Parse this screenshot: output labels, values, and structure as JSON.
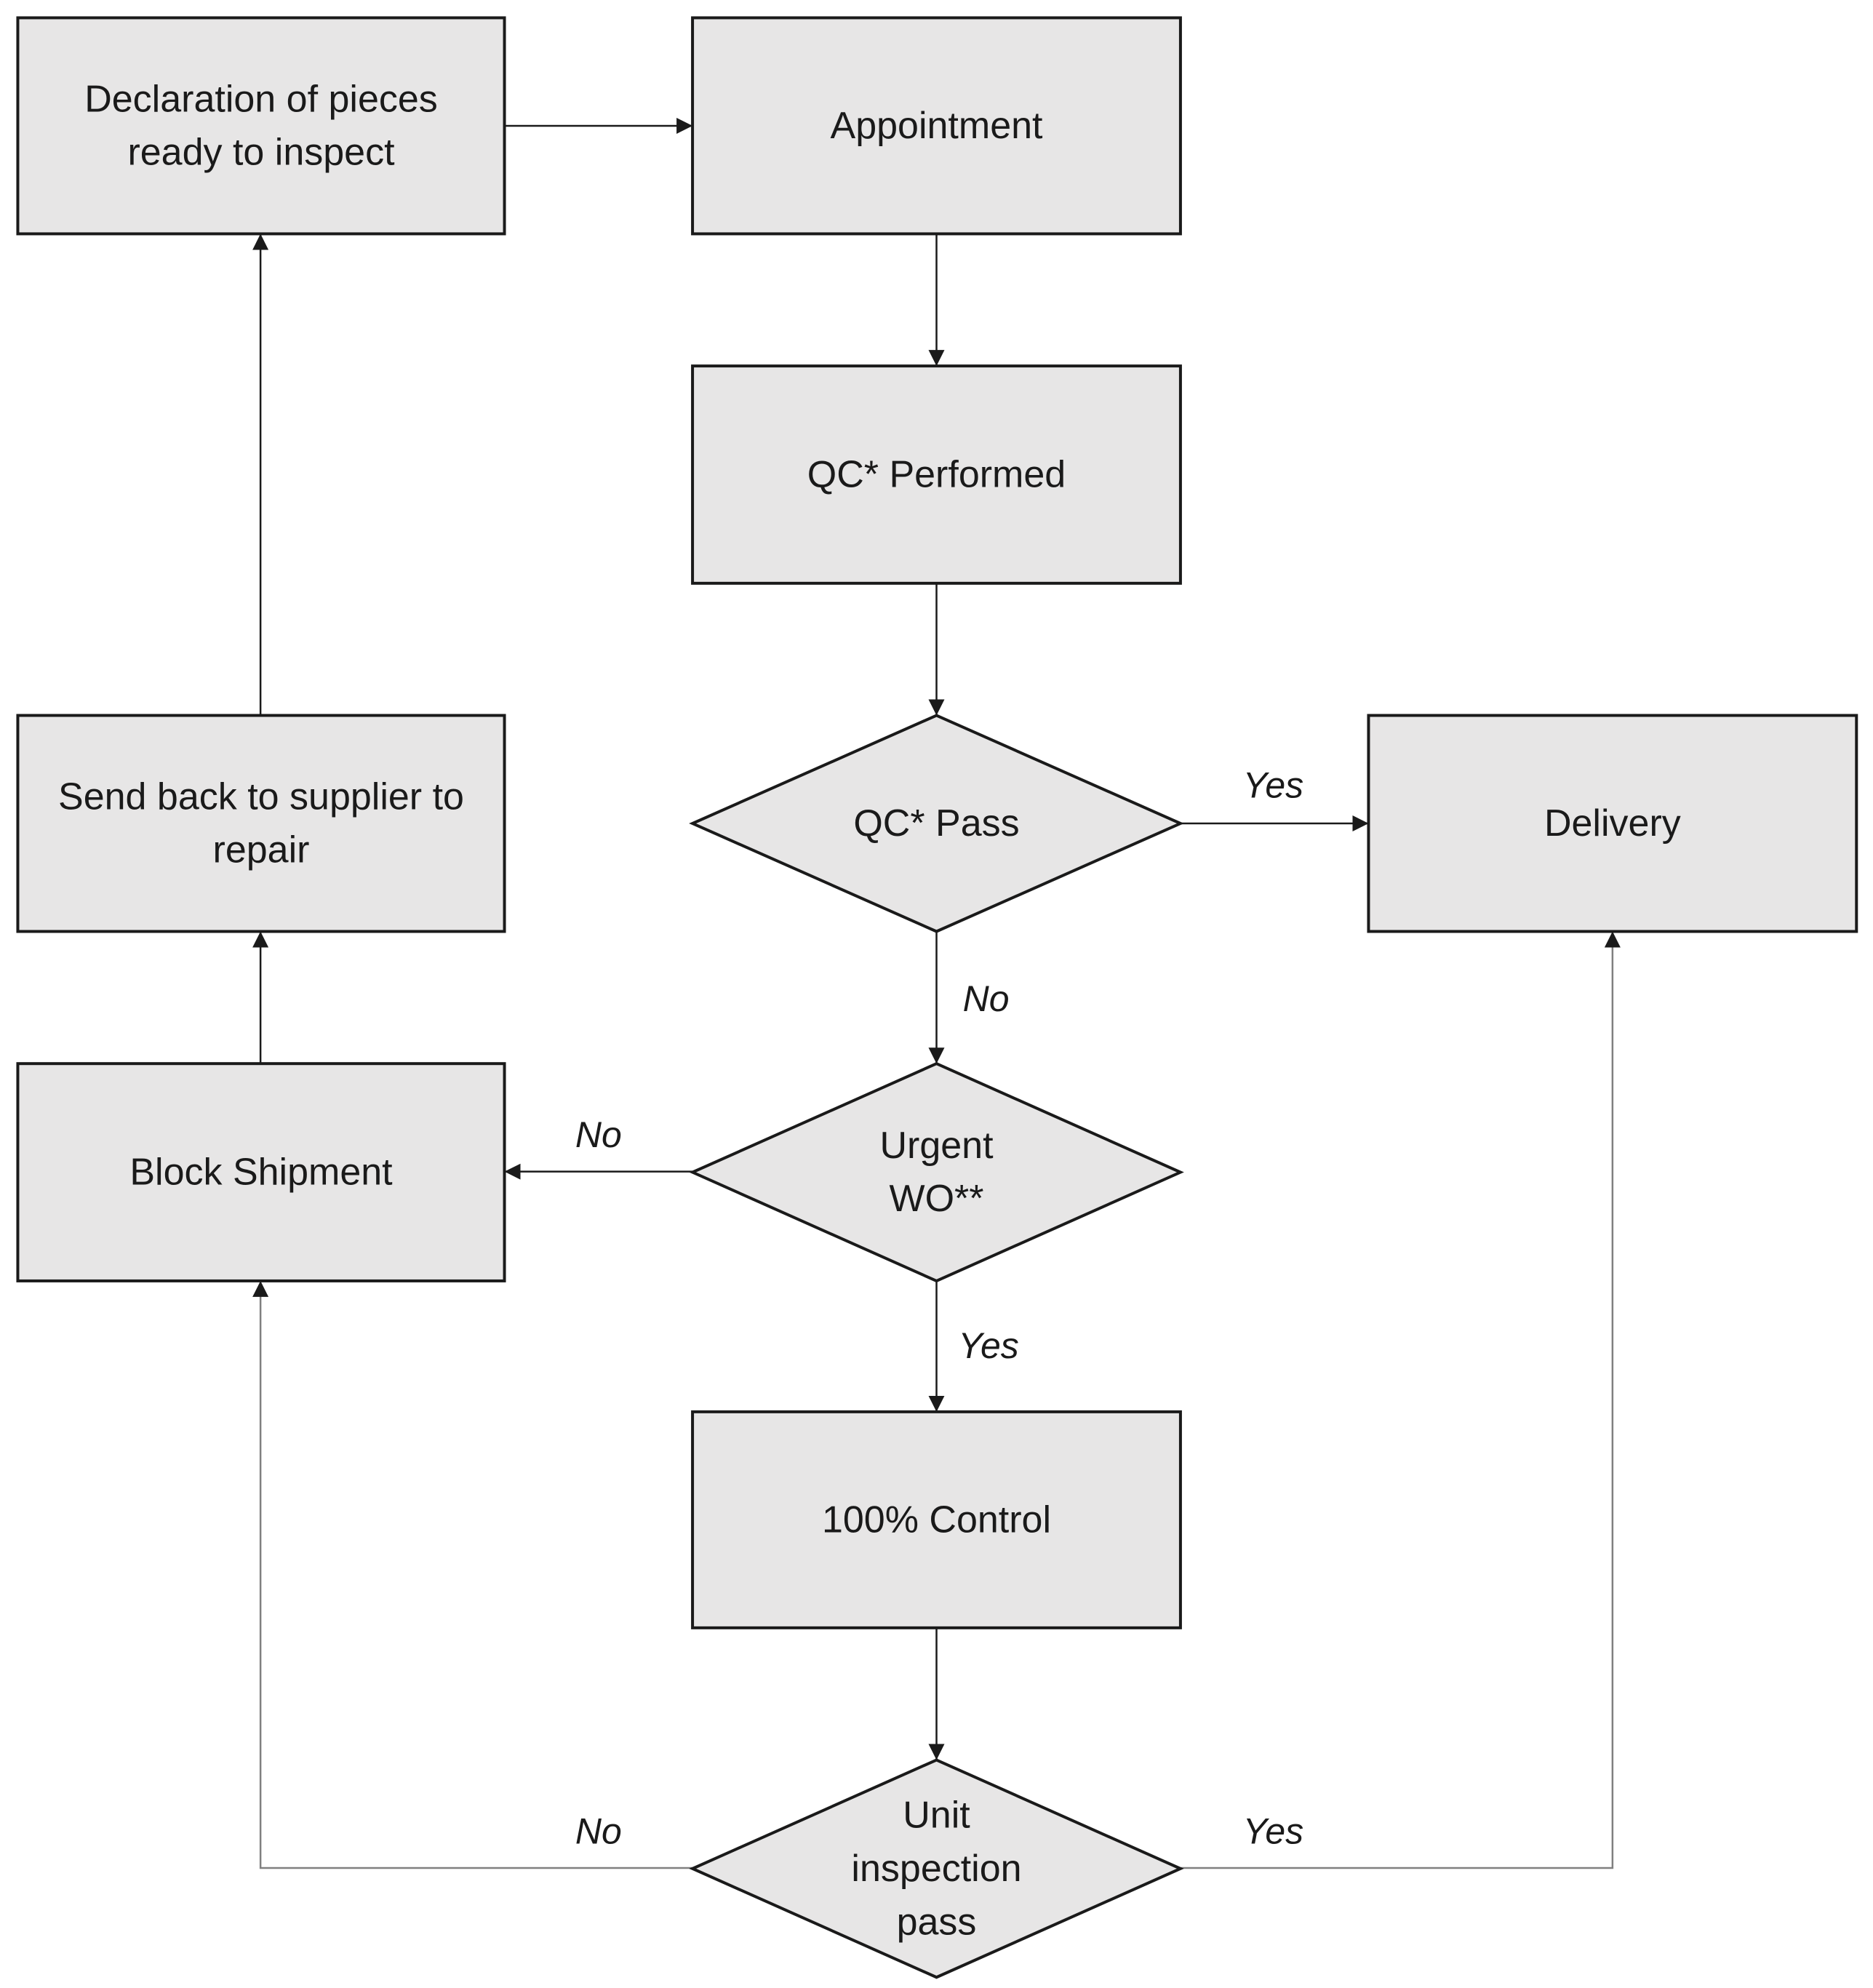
{
  "nodes": [
    {
      "id": "declaration",
      "shape": "rect",
      "lines": [
        "Declaration of pieces",
        "ready to inspect"
      ]
    },
    {
      "id": "appointment",
      "shape": "rect",
      "lines": [
        "Appointment"
      ]
    },
    {
      "id": "qc-performed",
      "shape": "rect",
      "lines": [
        "QC* Performed"
      ]
    },
    {
      "id": "qc-pass",
      "shape": "diamond",
      "lines": [
        "QC* Pass"
      ]
    },
    {
      "id": "delivery",
      "shape": "rect",
      "lines": [
        "Delivery"
      ]
    },
    {
      "id": "send-back",
      "shape": "rect",
      "lines": [
        "Send back to supplier to",
        "repair"
      ]
    },
    {
      "id": "block-shipment",
      "shape": "rect",
      "lines": [
        "Block Shipment"
      ]
    },
    {
      "id": "urgent-wo",
      "shape": "diamond",
      "lines": [
        "Urgent",
        "WO**"
      ]
    },
    {
      "id": "control",
      "shape": "rect",
      "lines": [
        "100% Control"
      ]
    },
    {
      "id": "unit-inspection",
      "shape": "diamond",
      "lines": [
        "Unit",
        "inspection",
        "pass"
      ]
    }
  ],
  "edges": [
    {
      "id": "declaration-to-appointment",
      "from": "declaration",
      "to": "appointment",
      "label": ""
    },
    {
      "id": "appointment-to-qc-performed",
      "from": "appointment",
      "to": "qc-performed",
      "label": ""
    },
    {
      "id": "qc-performed-to-qc-pass",
      "from": "qc-performed",
      "to": "qc-pass",
      "label": ""
    },
    {
      "id": "qc-pass-to-delivery",
      "from": "qc-pass",
      "to": "delivery",
      "label": "Yes"
    },
    {
      "id": "qc-pass-to-urgent-wo",
      "from": "qc-pass",
      "to": "urgent-wo",
      "label": "No"
    },
    {
      "id": "urgent-wo-to-block-shipment",
      "from": "urgent-wo",
      "to": "block-shipment",
      "label": "No"
    },
    {
      "id": "urgent-wo-to-control",
      "from": "urgent-wo",
      "to": "control",
      "label": "Yes"
    },
    {
      "id": "control-to-unit-inspection",
      "from": "control",
      "to": "unit-inspection",
      "label": ""
    },
    {
      "id": "unit-inspection-to-block-shipment",
      "from": "unit-inspection",
      "to": "block-shipment",
      "label": "No"
    },
    {
      "id": "unit-inspection-to-delivery",
      "from": "unit-inspection",
      "to": "delivery",
      "label": "Yes"
    },
    {
      "id": "block-shipment-to-send-back",
      "from": "block-shipment",
      "to": "send-back",
      "label": ""
    },
    {
      "id": "send-back-to-declaration",
      "from": "send-back",
      "to": "declaration",
      "label": ""
    }
  ],
  "colors": {
    "node_fill": "#e7e6e6",
    "stroke": "#1a1a1a",
    "secondary_line": "#808080"
  }
}
